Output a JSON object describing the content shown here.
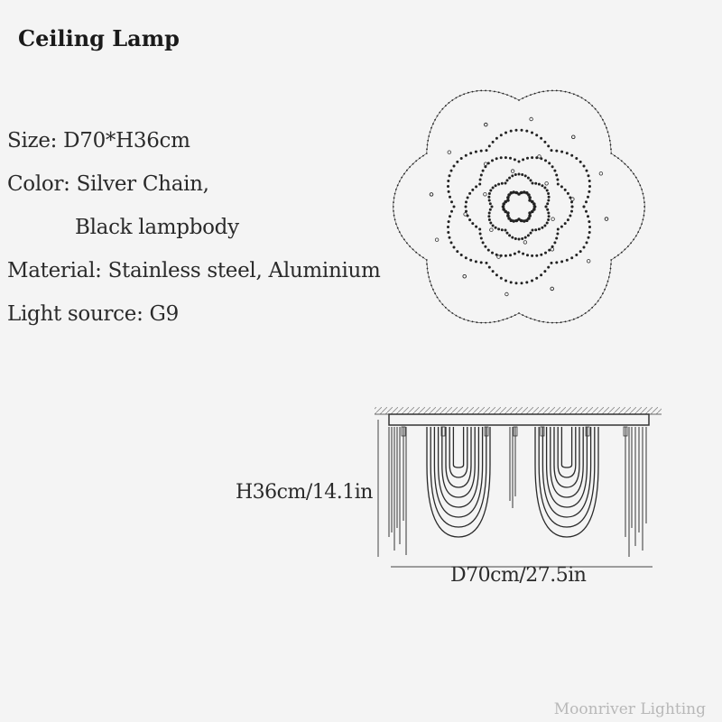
{
  "title": "Ceiling Lamp",
  "specs": {
    "size": "Size: D70*H36cm",
    "color_line1": "Color: Silver Chain,",
    "color_line2": "Black lampbody",
    "material": "Material: Stainless steel, Aluminium",
    "light_source": "Light source: G9"
  },
  "dimensions": {
    "height": "H36cm/14.1in",
    "diameter": "D70cm/27.5in"
  },
  "watermark": "Moonriver Lighting"
}
